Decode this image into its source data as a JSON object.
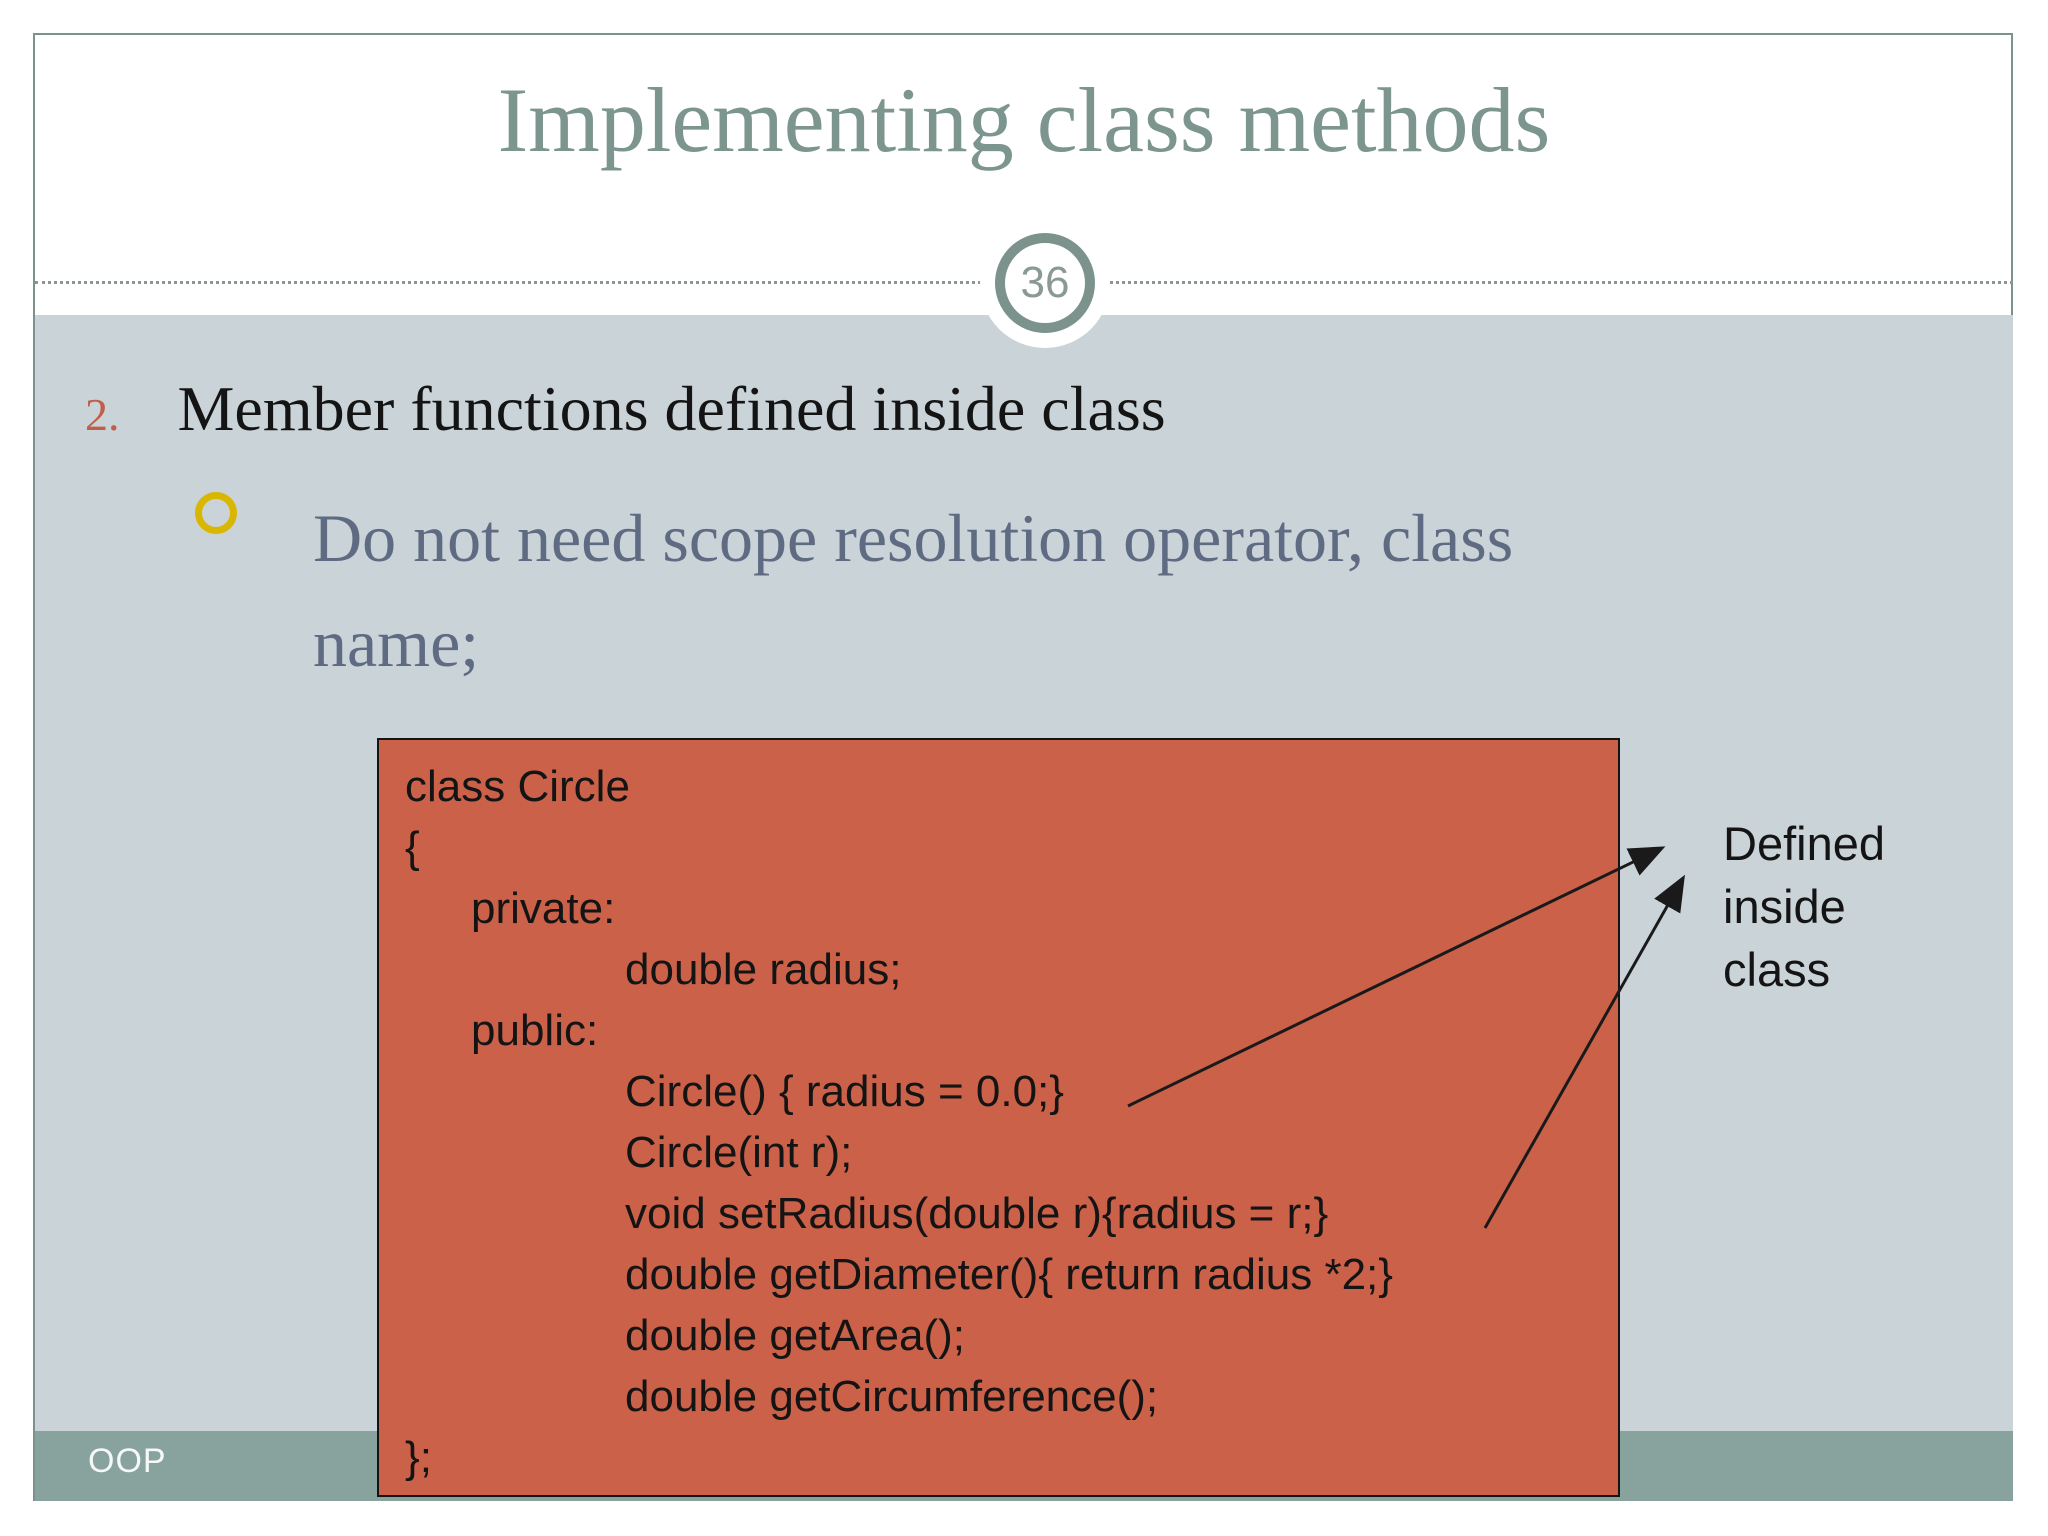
{
  "slide": {
    "title": "Implementing class methods",
    "page_number": "36",
    "footer": "OOP"
  },
  "bullets": {
    "item_number": "2.",
    "item_text": "Member functions defined inside class",
    "sub_lines": [
      "Do not need scope resolution operator, class",
      "name;"
    ]
  },
  "code_box": {
    "lines": [
      {
        "indent": 0,
        "text": "class Circle"
      },
      {
        "indent": 0,
        "text": "{"
      },
      {
        "indent": 1,
        "text": "private:"
      },
      {
        "indent": 2,
        "text": "double radius;"
      },
      {
        "indent": 1,
        "text": "public:"
      },
      {
        "indent": 2,
        "text": "Circle() { radius = 0.0;}"
      },
      {
        "indent": 2,
        "text": "Circle(int r);"
      },
      {
        "indent": 2,
        "text": "void setRadius(double r){radius = r;}"
      },
      {
        "indent": 2,
        "text": "double getDiameter(){ return radius *2;}"
      },
      {
        "indent": 2,
        "text": "double getArea();"
      },
      {
        "indent": 2,
        "text": "double getCircumference();"
      },
      {
        "indent": 0,
        "text": "};"
      }
    ]
  },
  "annotation": {
    "note": "Defined inside class"
  },
  "colors": {
    "title": "#7c958f",
    "frame_border": "#7b938d",
    "content_background": "#cad3d8",
    "footer_band": "#88a29d",
    "code_box_fill": "#ca6148",
    "item_number": "#bf5f4b",
    "sub_text": "#5f6b82",
    "bullet_ring": "#d9b600",
    "badge_ring": "#7b928d"
  }
}
